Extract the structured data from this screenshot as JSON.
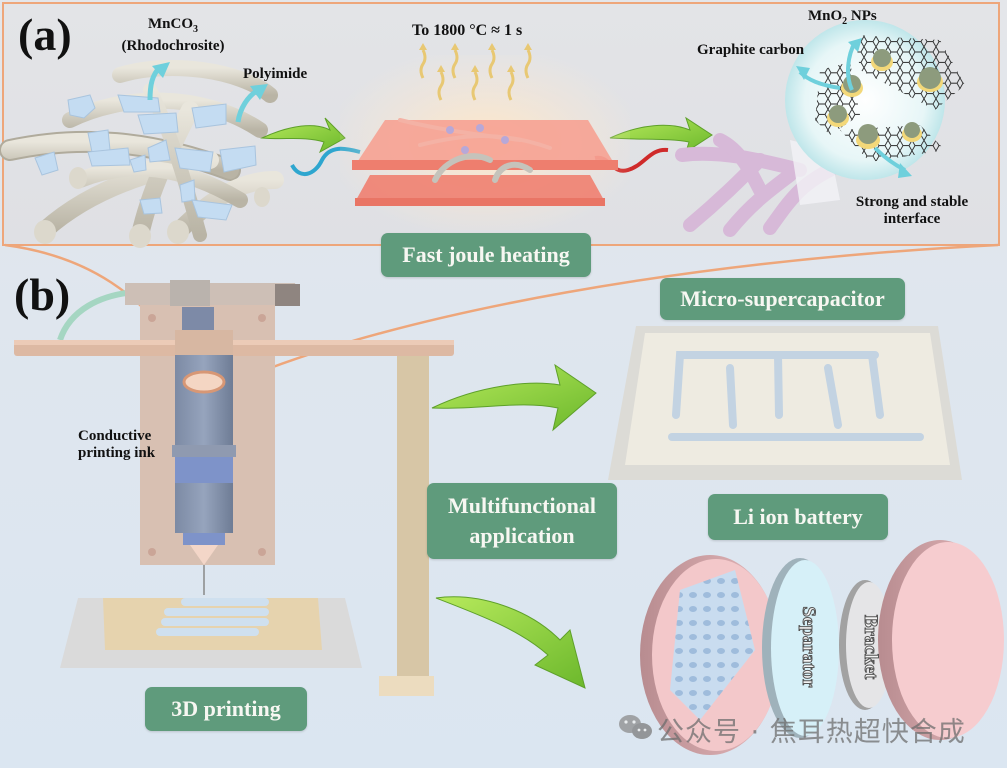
{
  "panel_a": {
    "label": "(a)",
    "precursor_label_formula": "MnCO",
    "precursor_label_subscript": "3",
    "precursor_label_name": "(Rhodochrosite)",
    "polymer_label": "Polyimide",
    "heating_condition": "To 1800 °C ≈ 1 s",
    "process_badge": "Fast joule heating",
    "product_nps_formula": "MnO",
    "product_nps_subscript": "2",
    "product_nps_suffix": " NPs",
    "carbon_label": "Graphite carbon",
    "interface_label_line1": "Strong and stable",
    "interface_label_line2": "interface"
  },
  "panel_b": {
    "label": "(b)",
    "ink_label_line1": "Conductive",
    "ink_label_line2": "printing ink",
    "printing_badge": "3D printing",
    "application_badge_line1": "Multifunctional",
    "application_badge_line2": "application",
    "supercap_badge": "Micro-supercapacitor",
    "battery_badge": "Li ion battery",
    "separator_label": "Separator",
    "bracket_label": "Bracket"
  },
  "watermark": {
    "icon": "wechat-icon",
    "text": "公众号 · 焦耳热超快合成"
  },
  "colors": {
    "badge_green": "#5f9b7c",
    "frame_orange": "#eea67a",
    "arrow_green": "#8fd23c",
    "arrow_cyan": "#6fd0dc",
    "heater_red": "#f08878",
    "battery_pink": "#f4c6c8"
  }
}
